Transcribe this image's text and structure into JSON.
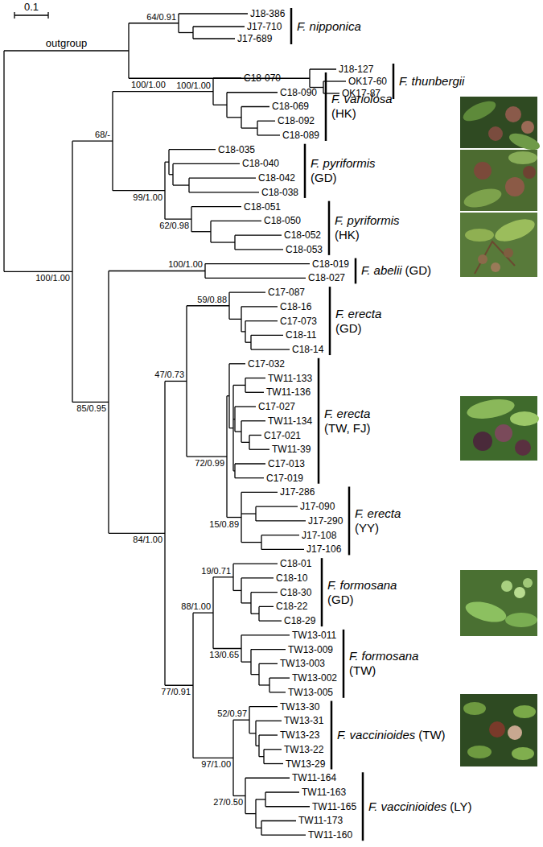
{
  "diagram": {
    "labels": [
      "0.1",
      "outgroup",
      "J18-386",
      "J17-710",
      "J17-689",
      "J18-127",
      "OK17-60",
      "OK17-87",
      "C18-070",
      "C18-090",
      "C18-069",
      "C18-092",
      "C18-089",
      "C18-035",
      "C18-040",
      "C18-042",
      "C18-038",
      "C18-051",
      "C18-050",
      "C18-052",
      "C18-053",
      "C18-019",
      "C18-027",
      "C17-087",
      "C18-16",
      "C17-073",
      "C18-11",
      "C18-14",
      "C17-032",
      "TW11-133",
      "TW11-136",
      "C17-027",
      "TW11-134",
      "C17-021",
      "TW11-39",
      "C17-013",
      "C17-019",
      "J17-286",
      "J17-090",
      "J17-290",
      "J17-108",
      "J17-106",
      "C18-01",
      "C18-10",
      "C18-30",
      "C18-22",
      "C18-29",
      "TW13-011",
      "TW13-009",
      "TW13-003",
      "TW13-002",
      "TW13-005",
      "TW13-30",
      "TW13-31",
      "TW13-23",
      "TW13-22",
      "TW13-29",
      "TW11-164",
      "TW11-163",
      "TW11-165",
      "TW11-173",
      "TW11-160",
      "64/0.91",
      "100/1.00",
      "100/1.00",
      "68/-",
      "100/1.00",
      "99/1.00",
      "62/0.98",
      "85/0.95",
      "100/1.00",
      "84/1.00",
      "47/0.73",
      "59/0.88",
      "72/0.99",
      "15/0.89",
      "77/0.91",
      "88/1.00",
      "19/0.71",
      "13/0.65",
      "97/1.00",
      "52/0.97",
      "27/0.50",
      "F. nipponica",
      "F. thunbergii",
      "F. variolosa",
      "(HK)",
      "F. pyriformis",
      "(GD)",
      "F. pyriformis",
      "(HK)",
      "F. abelii",
      "(GD)",
      "F. erecta",
      "(GD)",
      "F. erecta",
      "(TW, FJ)",
      "F. erecta",
      "(YY)",
      "F. formosana",
      "(GD)",
      "F. formosana",
      "(TW)",
      "F. vaccinioides",
      "(TW)",
      "F. vaccinioides",
      "(LY)"
    ]
  }
}
